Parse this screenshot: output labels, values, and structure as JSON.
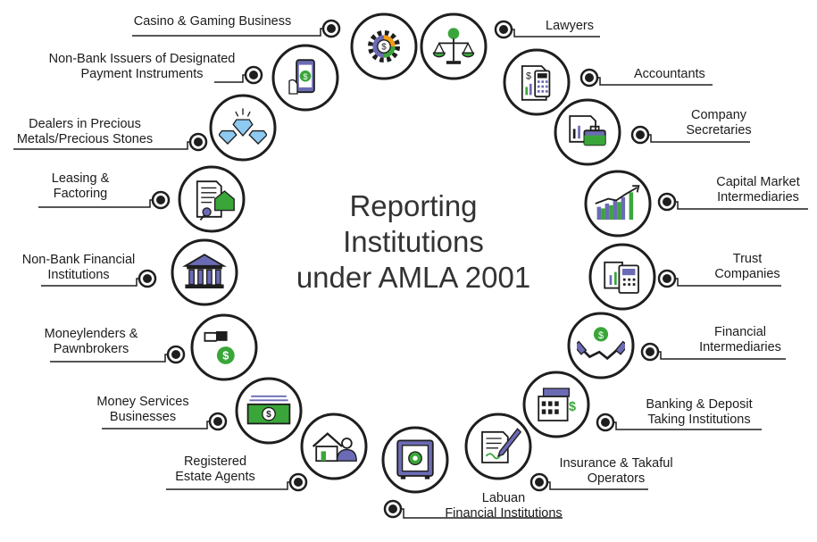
{
  "title": {
    "line1": "Reporting",
    "line2": "Institutions",
    "line3": "under AMLA 2001"
  },
  "colors": {
    "green": "#3aa63a",
    "purple": "#6b6bb5",
    "dark": "#1e1e1e",
    "orange": "#f39c12"
  },
  "institutions": [
    {
      "icon": "gear-dollar-icon",
      "label": [
        "Casino & Gaming Business"
      ]
    },
    {
      "icon": "scales-icon",
      "label": [
        "Lawyers"
      ]
    },
    {
      "icon": "mobile-payment-icon",
      "label": [
        "Non-Bank Issuers of Designated",
        "Payment Instruments"
      ]
    },
    {
      "icon": "calculator-document-icon",
      "label": [
        "Accountants"
      ]
    },
    {
      "icon": "diamonds-icon",
      "label": [
        "Dealers in Precious",
        "Metals/Precious Stones"
      ]
    },
    {
      "icon": "briefcase-chart-icon",
      "label": [
        "Company",
        "Secretaries"
      ]
    },
    {
      "icon": "lease-document-icon",
      "label": [
        "Leasing &",
        "Factoring"
      ]
    },
    {
      "icon": "bar-chart-arrow-icon",
      "label": [
        "Capital Market",
        "Intermediaries"
      ]
    },
    {
      "icon": "bank-building-icon",
      "label": [
        "Non-Bank Financial",
        "Institutions"
      ]
    },
    {
      "icon": "trust-documents-icon",
      "label": [
        "Trust",
        "Companies"
      ]
    },
    {
      "icon": "hand-money-icon",
      "label": [
        "Moneylenders &",
        "Pawnbrokers"
      ]
    },
    {
      "icon": "handshake-icon",
      "label": [
        "Financial",
        "Intermediaries"
      ]
    },
    {
      "icon": "banknote-icon",
      "label": [
        "Money Services",
        "Businesses"
      ]
    },
    {
      "icon": "bank-deposit-icon",
      "label": [
        "Banking & Deposit",
        "Taking Institutions"
      ]
    },
    {
      "icon": "house-agent-icon",
      "label": [
        "Registered",
        "Estate Agents"
      ]
    },
    {
      "icon": "signed-document-icon",
      "label": [
        "Insurance & Takaful",
        "Operators"
      ]
    },
    {
      "icon": "vault-icon",
      "label": [
        "Labuan",
        "Financial Institutions"
      ]
    }
  ]
}
